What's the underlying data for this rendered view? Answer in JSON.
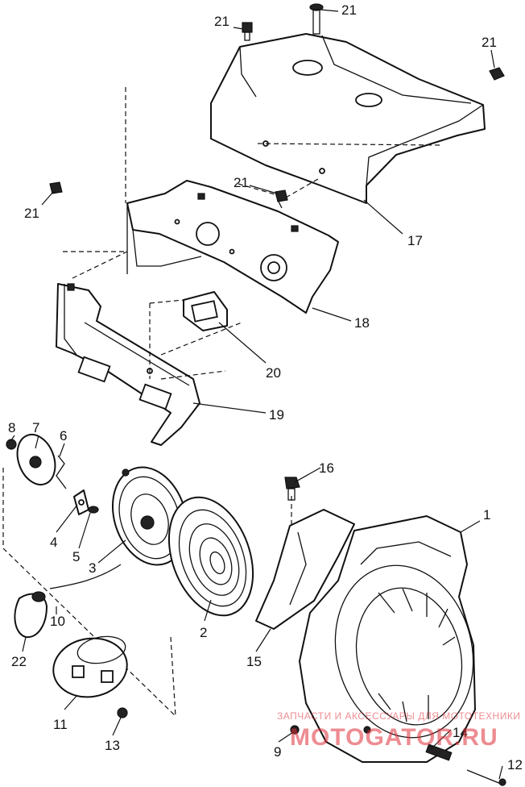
{
  "callouts": {
    "p1": "1",
    "p2": "2",
    "p3": "3",
    "p4": "4",
    "p5": "5",
    "p6": "6",
    "p7": "7",
    "p8": "8",
    "p9": "9",
    "p10": "10",
    "p11": "11",
    "p12": "12",
    "p13": "13",
    "p14": "14",
    "p15": "15",
    "p16": "16",
    "p17": "17",
    "p18": "18",
    "p19": "19",
    "p20": "20",
    "p21a": "21",
    "p21b": "21",
    "p21c": "21",
    "p21d": "21",
    "p21e": "21",
    "p22": "22"
  },
  "watermark": {
    "line": "ЗАПЧАСТИ И АКСЕССУАРЫ ДЛЯ МОТОТЕХНИКИ",
    "logo": "MOTOGATOR.RU",
    "color": "#e0303a"
  }
}
